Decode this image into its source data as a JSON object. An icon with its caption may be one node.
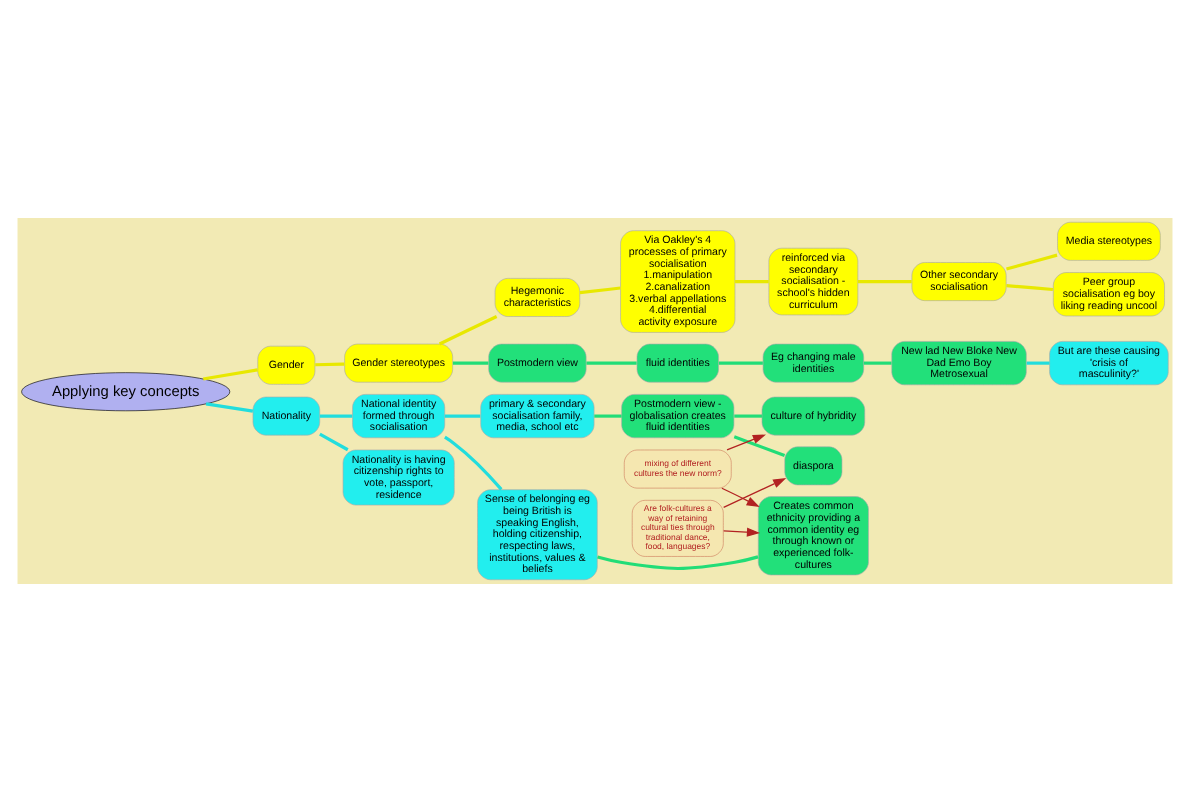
{
  "diagram": {
    "nodes": [
      {
        "text": [
          "Applying key concepts"
        ]
      },
      {
        "text": [
          "Gender"
        ]
      },
      {
        "text": [
          "Gender stereotypes"
        ]
      },
      {
        "text": [
          "Hegemonic characteristics"
        ]
      },
      {
        "text": [
          "Via Oakley's 4 processes of primary socialisation 1.manipulation 2.canalization 3.verbal appellations 4.differential activity exposure"
        ]
      },
      {
        "text": [
          "reinforced via secondary socialisation - school's hidden curriculum"
        ]
      },
      {
        "text": [
          "Other secondary socialisation"
        ]
      },
      {
        "text": [
          "Peer group socialisation eg boy liking reading uncool"
        ]
      },
      {
        "text": [
          "Media stereotypes"
        ]
      },
      {
        "text": [
          "Postmodern view"
        ]
      },
      {
        "text": [
          "fluid identities"
        ]
      },
      {
        "text": [
          "Eg changing male identities"
        ]
      },
      {
        "text": [
          "New lad New Bloke New Dad Emo Boy Metrosexual"
        ]
      },
      {
        "text": [
          "But are these causing 'crisis of masculinity?'"
        ]
      },
      {
        "text": [
          "Nationality"
        ]
      },
      {
        "text": [
          "Nationality is having citizenship rights to vote, passport, residence"
        ]
      },
      {
        "text": [
          "National identity formed through socialisation"
        ]
      },
      {
        "text": [
          "primary & secondary socialisation family, media, school etc"
        ]
      },
      {
        "text": [
          "Sense of belonging eg being British is speaking English, holding citizenship, respecting laws, institutions, values & beliefs"
        ]
      },
      {
        "text": [
          "Postmodern view - globalisation creates fluid identities"
        ]
      },
      {
        "text": [
          "culture of hybridity"
        ]
      },
      {
        "text": [
          "diaspora"
        ]
      },
      {
        "text": [
          "Creates common ethnicity providing a common identity eg through known or experienced folk-cultures"
        ]
      },
      {
        "text": [
          "mixing of different cultures the new norm?"
        ]
      },
      {
        "text": [
          "Are folk-cultures a way of retaining cultural ties through traditional dance, food, languages?"
        ]
      }
    ],
    "edges": [
      {
        "from": 0,
        "to": 1,
        "arrow": "none",
        "color": "#e8e800"
      },
      {
        "from": 1,
        "to": 2,
        "arrow": "none",
        "color": "#e8e800"
      },
      {
        "from": 2,
        "to": 3,
        "arrow": "none",
        "color": "#e8e800"
      },
      {
        "from": 3,
        "to": 4,
        "arrow": "none",
        "color": "#e8e800"
      },
      {
        "from": 4,
        "to": 5,
        "arrow": "none",
        "color": "#e8e800"
      },
      {
        "from": 5,
        "to": 6,
        "arrow": "none",
        "color": "#e8e800"
      },
      {
        "from": 6,
        "to": 7,
        "arrow": "none",
        "color": "#e8e800"
      },
      {
        "from": 6,
        "to": 8,
        "arrow": "none",
        "color": "#e8e800"
      },
      {
        "from": 2,
        "to": 9,
        "arrow": "none",
        "color": "#22dd77"
      },
      {
        "from": 9,
        "to": 10,
        "arrow": "none",
        "color": "#22dd77"
      },
      {
        "from": 10,
        "to": 11,
        "arrow": "none",
        "color": "#22dd77"
      },
      {
        "from": 11,
        "to": 12,
        "arrow": "none",
        "color": "#22dd77"
      },
      {
        "from": 12,
        "to": 13,
        "arrow": "none",
        "color": "#22dddd"
      },
      {
        "from": 0,
        "to": 14,
        "arrow": "none",
        "color": "#22dddd"
      },
      {
        "from": 14,
        "to": 15,
        "arrow": "none",
        "color": "#22dddd"
      },
      {
        "from": 14,
        "to": 16,
        "arrow": "none",
        "color": "#22dddd"
      },
      {
        "from": 16,
        "to": 17,
        "arrow": "none",
        "color": "#22dddd"
      },
      {
        "from": 16,
        "to": 18,
        "arrow": "none",
        "color": "#22dddd"
      },
      {
        "from": 17,
        "to": 19,
        "arrow": "none",
        "color": "#22dd77"
      },
      {
        "from": 19,
        "to": 20,
        "arrow": "none",
        "color": "#22dd77"
      },
      {
        "from": 19,
        "to": 21,
        "arrow": "none",
        "color": "#22dd77"
      },
      {
        "from": 18,
        "to": 22,
        "arrow": "none",
        "color": "#22dd77"
      },
      {
        "from": 23,
        "to": 20,
        "arrow": "to",
        "color": "#b22222"
      },
      {
        "from": 23,
        "to": 22,
        "arrow": "to",
        "color": "#b22222"
      },
      {
        "from": 24,
        "to": 21,
        "arrow": "to",
        "color": "#b22222"
      },
      {
        "from": 24,
        "to": 22,
        "arrow": "to",
        "color": "#b22222"
      }
    ]
  }
}
